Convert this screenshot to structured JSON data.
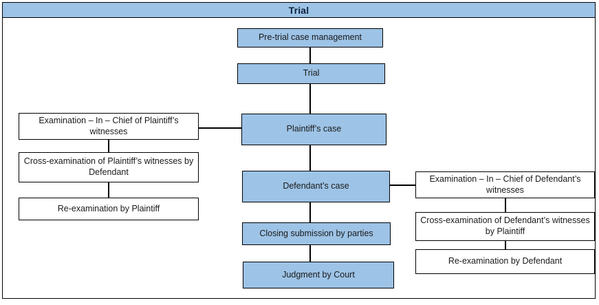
{
  "window": {
    "title": "Trial"
  },
  "diagram": {
    "type": "flowchart",
    "accent_color": "#9DC3E6",
    "border_color": "#000000",
    "background_color": "#FFFFFF",
    "center_nodes": [
      {
        "id": "pre-trial-case-management",
        "label": "Pre-trial case management",
        "fill": "#9DC3E6"
      },
      {
        "id": "trial",
        "label": "Trial",
        "fill": "#9DC3E6"
      },
      {
        "id": "plaintiffs-case",
        "label": "Plaintiff’s case",
        "fill": "#9DC3E6"
      },
      {
        "id": "defendants-case",
        "label": "Defendant’s case",
        "fill": "#9DC3E6"
      },
      {
        "id": "closing-submission-by-parties",
        "label": "Closing submission by parties",
        "fill": "#9DC3E6"
      },
      {
        "id": "judgment-by-court",
        "label": "Judgment by Court",
        "fill": "#9DC3E6"
      }
    ],
    "left_nodes": [
      {
        "id": "examination-in-chief-plaintiff",
        "label": "Examination – In – Chief of Plaintiff’s witnesses",
        "fill": "#FFFFFF"
      },
      {
        "id": "cross-examination-plaintiff",
        "label": "Cross-examination of Plaintiff’s witnesses by Defendant",
        "fill": "#FFFFFF"
      },
      {
        "id": "re-examination-by-plaintiff",
        "label": "Re-examination by Plaintiff",
        "fill": "#FFFFFF"
      }
    ],
    "right_nodes": [
      {
        "id": "examination-in-chief-defendant",
        "label": "Examination – In – Chief of Defendant’s witnesses",
        "fill": "#FFFFFF"
      },
      {
        "id": "cross-examination-defendant",
        "label": "Cross-examination of Defendant’s witnesses by Plaintiff",
        "fill": "#FFFFFF"
      },
      {
        "id": "re-examination-by-defendant",
        "label": "Re-examination by Defendant",
        "fill": "#FFFFFF"
      }
    ],
    "connections": [
      {
        "from": "pre-trial-case-management",
        "to": "trial"
      },
      {
        "from": "trial",
        "to": "plaintiffs-case"
      },
      {
        "from": "plaintiffs-case",
        "to": "defendants-case"
      },
      {
        "from": "defendants-case",
        "to": "closing-submission-by-parties"
      },
      {
        "from": "closing-submission-by-parties",
        "to": "judgment-by-court"
      },
      {
        "from": "plaintiffs-case",
        "to": "examination-in-chief-plaintiff"
      },
      {
        "from": "examination-in-chief-plaintiff",
        "to": "cross-examination-plaintiff"
      },
      {
        "from": "cross-examination-plaintiff",
        "to": "re-examination-by-plaintiff"
      },
      {
        "from": "defendants-case",
        "to": "examination-in-chief-defendant"
      },
      {
        "from": "examination-in-chief-defendant",
        "to": "cross-examination-defendant"
      },
      {
        "from": "cross-examination-defendant",
        "to": "re-examination-by-defendant"
      }
    ]
  }
}
